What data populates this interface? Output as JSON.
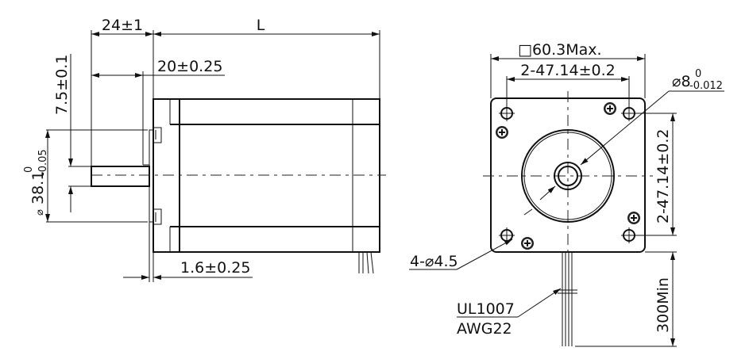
{
  "side_view": {
    "shaft_length": "24±1",
    "body_length": "L",
    "flat_length": "20±0.25",
    "flat_depth": "7.5±0.1",
    "pilot_diameter_symbol": "⌀",
    "pilot_diameter": "38.1",
    "pilot_tol_upper": "0",
    "pilot_tol_lower": "-0.05",
    "pilot_thickness": "1.6±0.25"
  },
  "front_view": {
    "square_size": "□60.3Max.",
    "hole_spacing_h": "2-47.14±0.2",
    "hole_spacing_v": "2-47.14±0.2",
    "shaft_diameter": "⌀8",
    "shaft_tol_upper": "0",
    "shaft_tol_lower": "-0.012",
    "mount_holes": "4-⌀4.5",
    "lead_length": "300Min",
    "wire_type": "UL1007",
    "wire_gauge": "AWG22"
  }
}
